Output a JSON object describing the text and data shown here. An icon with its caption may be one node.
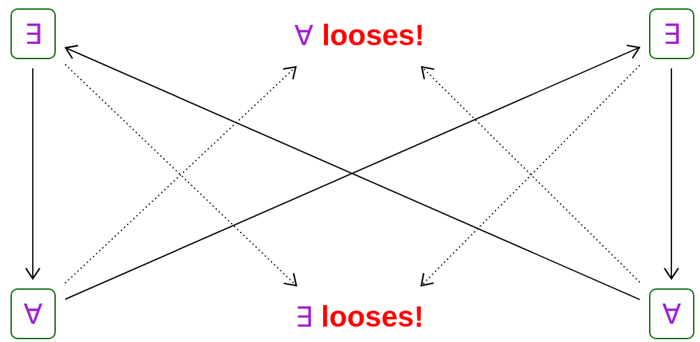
{
  "diagram": {
    "nodes": [
      {
        "text": [
          "∃"
        ]
      },
      {
        "text": [
          "∀",
          "looses!"
        ]
      },
      {
        "text": [
          "∃"
        ]
      },
      {
        "text": [
          "∀"
        ]
      },
      {
        "text": [
          "∃",
          "looses!"
        ]
      },
      {
        "text": [
          "∀"
        ]
      }
    ],
    "edges": [
      {
        "from": 0,
        "to": 3,
        "arrow": "to"
      },
      {
        "from": 2,
        "to": 5,
        "arrow": "to"
      },
      {
        "from": 5,
        "to": 0,
        "arrow": "to"
      },
      {
        "from": 3,
        "to": 2,
        "arrow": "to"
      },
      {
        "from": 0,
        "to": 4,
        "arrow": "to",
        "style": "dashed"
      },
      {
        "from": 3,
        "to": 1,
        "arrow": "to",
        "style": "dashed"
      },
      {
        "from": 2,
        "to": 4,
        "arrow": "to",
        "style": "dashed"
      },
      {
        "from": 5,
        "to": 1,
        "arrow": "to",
        "style": "dashed"
      }
    ]
  }
}
